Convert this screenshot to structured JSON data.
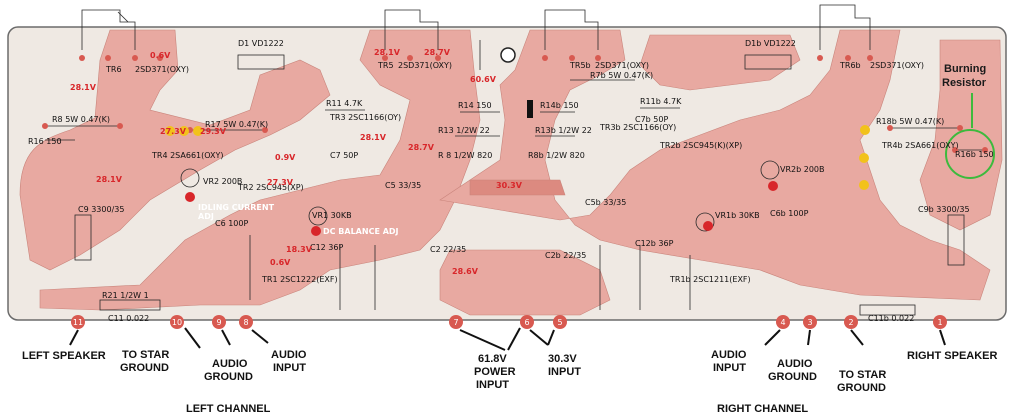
{
  "colors": {
    "board": "#efe9e3",
    "trace": "#e8a9a1",
    "pad": "#d85950",
    "voltage": "#d8262a",
    "highlight": "#f2c21b",
    "ring": "#3dba3d"
  },
  "channels": {
    "left": "LEFT CHANNEL",
    "right": "RIGHT CHANNEL"
  },
  "callouts": {
    "left_speaker": "LEFT SPEAKER",
    "to_star_ground_l1": "TO STAR",
    "to_star_ground_l2": "GROUND",
    "audio_ground_l1": "AUDIO",
    "audio_ground_l2": "GROUND",
    "audio_input_l1": "AUDIO",
    "audio_input_l2": "INPUT",
    "power_l1": "61.8V",
    "power_l2": "POWER",
    "power_l3": "INPUT",
    "v303_l1": "30.3V",
    "v303_l2": "INPUT",
    "r_audio_input_l1": "AUDIO",
    "r_audio_input_l2": "INPUT",
    "r_audio_ground_l1": "AUDIO",
    "r_audio_ground_l2": "GROUND",
    "r_to_star_l1": "TO STAR",
    "r_to_star_l2": "GROUND",
    "right_speaker": "RIGHT SPEAKER",
    "burning_l1": "Burning",
    "burning_l2": "Resistor"
  },
  "parts": {
    "tr6": "TR6",
    "tr6_model": "2SD371(OXY)",
    "tr5": "TR5",
    "tr5_model": "2SD371(OXY)",
    "tr5b": "TR5b",
    "tr5b_model": "2SD371(OXY)",
    "tr6b": "TR6b",
    "tr6b_model": "2SD371(OXY)",
    "d1": "D1 VD1222",
    "d1b": "D1b VD1222",
    "r8": "R8 5W 0.47(K)",
    "r16": "R16 150",
    "r17": "R17 5W 0.47(K)",
    "r11": "R11 4.7K",
    "r14": "R14 150",
    "r13": "R13 1/2W 22",
    "r8b_820": "R 8 1/2W 820",
    "tr3": "TR3 2SC1166(OY)",
    "tr4": "TR4 2SA661(OXY)",
    "tr2": "TR2 2SC945(XP)",
    "vr2": "VR2 200B",
    "vr1": "VR1 30KB",
    "c5": "C5 33/35",
    "c6": "C6 100P",
    "c7": "C7 50P",
    "idling": "IDLING CURRENT",
    "idling2": "ADJ",
    "dcbal": "DC BALANCE ADJ",
    "c9": "C9 3300/35",
    "r21": "R21 1/2W 1",
    "c11": "C11 0.022",
    "c12": "C12 36P",
    "tr1": "TR1 2SC1222(EXF)",
    "c2": "C2 22/35",
    "c2b": "C2b 22/35",
    "r14b": "R14b 150",
    "r13b": "R13b 1/2W 22",
    "r8b": "R8b 1/2W 820",
    "tr3b": "TR3b 2SC1166(OY)",
    "r7b": "R7b 5W 0.47(K)",
    "r11b": "R11b 4.7K",
    "c7b": "C7b 50P",
    "tr2b": "TR2b 2SC945(K)(XP)",
    "vr2b": "VR2b 200B",
    "vr1b": "VR1b 30KB",
    "c5b": "C5b 33/35",
    "c6b": "C6b 100P",
    "c12b": "C12b 36P",
    "tr1b": "TR1b 2SC1211(EXF)",
    "c9b": "C9b 3300/35",
    "r18b": "R18b 5W 0.47(K)",
    "r16b": "R16b 150",
    "tr4b": "TR4b 2SA661(OXY)",
    "c11b": "C11b 0.022"
  },
  "voltages": {
    "v_l1": "28.1V",
    "v_l2": "0.6V",
    "v_l3": "28.1V",
    "v_l4": "28.7V",
    "v_l5": "60.6V",
    "v_l6": "27.3V",
    "v_l7": "28.7V",
    "v_l8": "29.3V",
    "v_l9": "0.9V",
    "v_l10": "27.3V",
    "v_l11": "18.3V",
    "v_l12": "0.6V",
    "v_l13": "28.1V",
    "v_l14": "28.6V",
    "v_c": "30.3V",
    "v_l15": "28.1V"
  },
  "pins": {
    "p11": "11",
    "p10": "10",
    "p9": "9",
    "p8": "8",
    "p7": "7",
    "p6": "6",
    "p5": "5",
    "p4": "4",
    "p3": "3",
    "p2": "2",
    "p1": "1"
  }
}
